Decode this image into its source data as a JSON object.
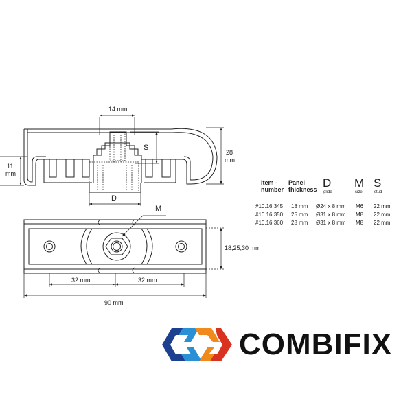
{
  "dimensions": {
    "top_width": "14 mm",
    "stud": "S",
    "height_total": "28",
    "height_total_unit": "mm",
    "height_left": "11",
    "height_left_unit": "mm",
    "glide": "D",
    "screw": "M",
    "plate_height": "18,25,30 mm",
    "hole_left": "32 mm",
    "hole_right": "32 mm",
    "length": "90 mm"
  },
  "table": {
    "headers": {
      "item": [
        "Item -",
        "number"
      ],
      "panel": [
        "Panel",
        "thickness"
      ],
      "d": {
        "label": "D",
        "sub": "glide"
      },
      "m": {
        "label": "M",
        "sub": "size"
      },
      "s": {
        "label": "S",
        "sub": "stud"
      }
    },
    "rows": [
      {
        "item": "#10.16.345",
        "panel": "18 mm",
        "glide": "Ø24 x 8 mm",
        "size": "M6",
        "stud": "22 mm"
      },
      {
        "item": "#10.16.350",
        "panel": "25 mm",
        "glide": "Ø31 x 8 mm",
        "size": "M8",
        "stud": "22 mm"
      },
      {
        "item": "#10.16.360",
        "panel": "28 mm",
        "glide": "Ø31 x 8 mm",
        "size": "M8",
        "stud": "22 mm"
      }
    ]
  },
  "brand": {
    "name": "COMBIFIX",
    "colors": {
      "dark_blue": "#1d3f8f",
      "light_blue": "#2a90d6",
      "orange": "#f08a1c",
      "red": "#d9321e"
    }
  }
}
